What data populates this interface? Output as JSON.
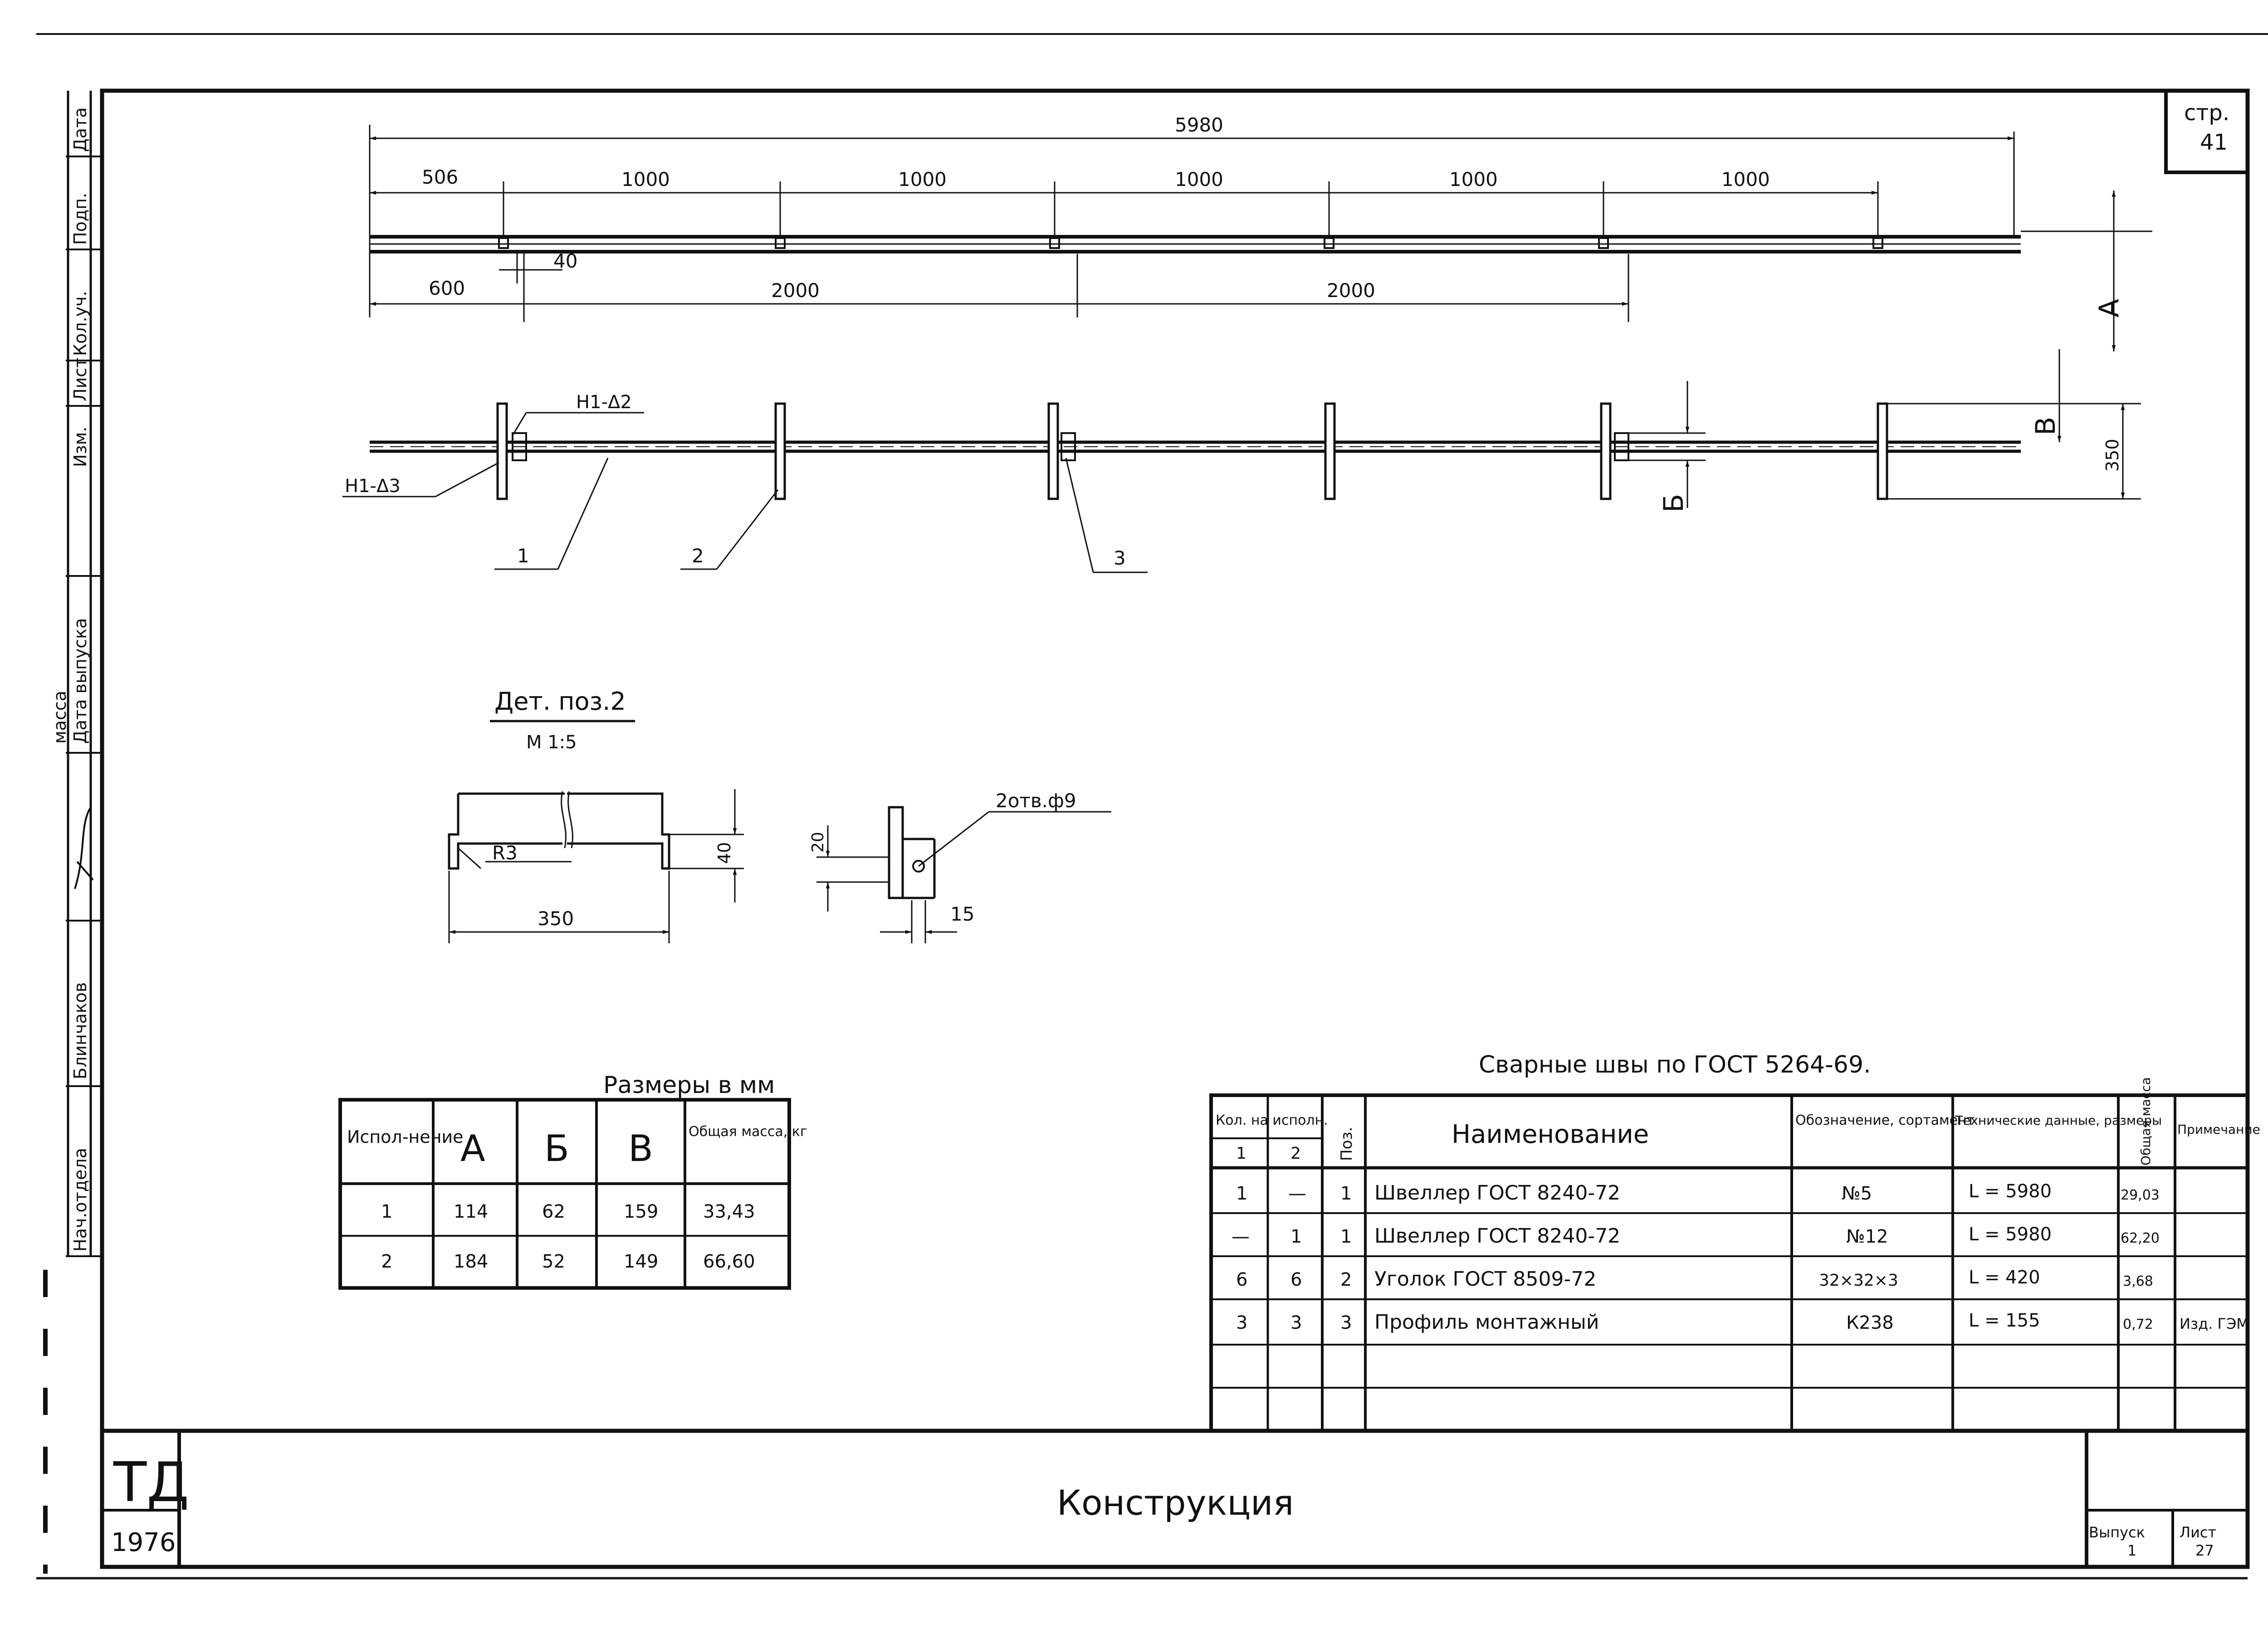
{
  "sheet": {
    "page_number_label": "стр.",
    "page_number": "41",
    "title": "Конструкция",
    "code": "ТД",
    "year": "1976",
    "issue_label": "Выпуск",
    "issue_value": "1",
    "sheet_label": "Лист",
    "sheet_value": "27"
  },
  "side_stamp": {
    "labels": [
      "Дата",
      "Подп.",
      "Кол.уч.",
      "Лист",
      "Изм.",
      "Дата выпуска",
      "масса",
      "Блинчаков",
      "Нач.отдела"
    ]
  },
  "dimensions_top": {
    "overall": "5980",
    "segments": [
      "506",
      "1000",
      "1000",
      "1000",
      "1000",
      "1000"
    ],
    "lower": [
      "600",
      "2000",
      "2000"
    ],
    "offset": "40",
    "side_A": "A",
    "side_B": "В",
    "side_Bb": "Б",
    "height_350": "350"
  },
  "weld_labels": {
    "w2": "Н1-Δ2",
    "w3": "Н1-Δ3"
  },
  "position_labels": [
    "1",
    "2",
    "3"
  ],
  "detail": {
    "title": "Дет. поз.2",
    "scale": "М 1:5",
    "radius": "R3",
    "width": "350",
    "height": "40",
    "hole_offset": "20",
    "hole_dim": "15",
    "holes": "2отв.ф9"
  },
  "sizes_table": {
    "caption": "Размеры в мм",
    "headers": [
      "Испол-нение",
      "А",
      "Б",
      "В",
      "Общая масса, кг"
    ],
    "rows": [
      [
        "1",
        "114",
        "62",
        "159",
        "33,43"
      ],
      [
        "2",
        "184",
        "52",
        "149",
        "66,60"
      ]
    ]
  },
  "spec_table": {
    "caption": "Сварные швы по ГОСТ 5264-69.",
    "header_qty": "Кол. на исполн.",
    "header_qty_1": "1",
    "header_qty_2": "2",
    "header_pos": "Поз.",
    "header_name": "Наименование",
    "header_designation": "Обозначение, сортамент",
    "header_tech": "Технические данные, размеры",
    "header_mass": "Общая масса",
    "header_note": "Примечание",
    "rows": [
      {
        "q1": "1",
        "q2": "—",
        "pos": "1",
        "name": "Швеллер ГОСТ 8240-72",
        "des": "№5",
        "tech": "L = 5980",
        "mass": "29,03",
        "note": ""
      },
      {
        "q1": "—",
        "q2": "1",
        "pos": "1",
        "name": "Швеллер ГОСТ 8240-72",
        "des": "№12",
        "tech": "L = 5980",
        "mass": "62,20",
        "note": ""
      },
      {
        "q1": "6",
        "q2": "6",
        "pos": "2",
        "name": "Уголок ГОСТ 8509-72",
        "des": "32×32×3",
        "tech": "L = 420",
        "mass": "3,68",
        "note": ""
      },
      {
        "q1": "3",
        "q2": "3",
        "pos": "3",
        "name": "Профиль монтажный",
        "des": "К238",
        "tech": "L = 155",
        "mass": "0,72",
        "note": "Изд. ГЭМ"
      }
    ]
  }
}
